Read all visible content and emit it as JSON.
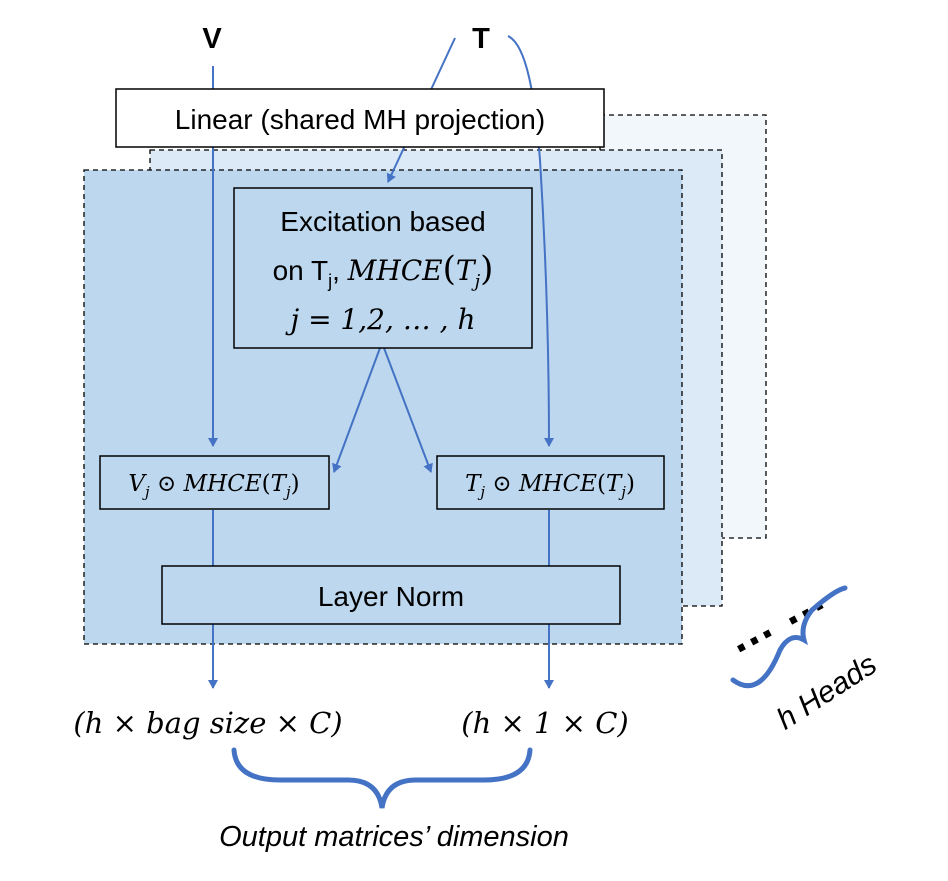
{
  "inputs": {
    "v_label": "V",
    "t_label": "T"
  },
  "linear": {
    "label": "Linear (shared MH projection)"
  },
  "excitation": {
    "line1": "Excitation based",
    "line2_prefix": "on T",
    "line2_sub": "j",
    "line2_sep": ", ",
    "line2_math": "MHCE",
    "line2_arg": "T",
    "line2_arg_sub": "j",
    "line3_math": "j = 1,2, … , h"
  },
  "v_product": {
    "var": "V",
    "sub": "j",
    "op": " ⊙ ",
    "fn": "MHCE",
    "arg": "T",
    "arg_sub": "j"
  },
  "t_product": {
    "var": "T",
    "sub": "j",
    "op": " ⊙ ",
    "fn": "MHCE",
    "arg": "T",
    "arg_sub": "j"
  },
  "layer_norm": {
    "label": "Layer Norm"
  },
  "outputs": {
    "v_dim": "(h × bag size × C)",
    "t_dim": "(h × 1 × C)",
    "caption": "Output matrices’ dimension"
  },
  "heads": {
    "dots": "… …",
    "label": "h Heads"
  },
  "colors": {
    "arrow": "#4472c4",
    "panel_front": "#bdd7ee",
    "panel_mid": "#dce9f6",
    "panel_back": "#f2f7fc",
    "brace": "#4472c4"
  }
}
